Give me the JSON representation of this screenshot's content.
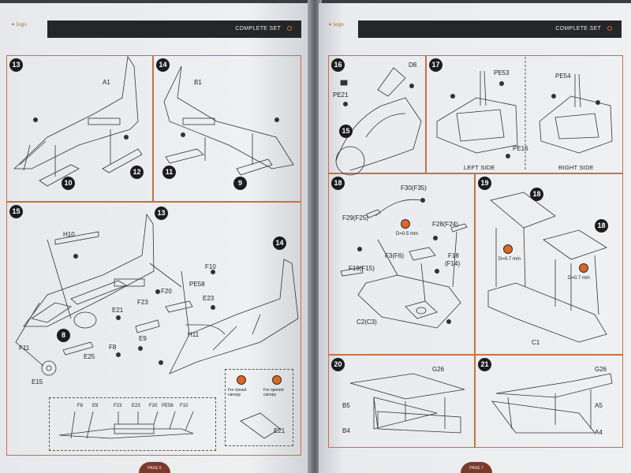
{
  "header": {
    "left_title": "COMPLETE SET",
    "right_title": "COMPLETE SET"
  },
  "left_page": {
    "steps": {
      "s13": "13",
      "s14": "14",
      "s15": "15",
      "s10": "10",
      "s12": "12",
      "s11": "11",
      "s9": "9",
      "s8": "8",
      "s13b": "13",
      "s14b": "14"
    },
    "labels": {
      "a1": "A1",
      "b1": "B1",
      "h10": "H10",
      "f10": "F10",
      "pe58": "PE58",
      "f20": "F20",
      "e23": "E23",
      "e21": "E21",
      "f23": "F23",
      "e9": "E9",
      "f8": "F8",
      "h11": "H11",
      "f11": "F11",
      "e25": "E25",
      "e15": "E15",
      "e21b": "E21"
    },
    "strip_labels": [
      "F8",
      "E9",
      "F23",
      "E23",
      "F20",
      "PE58",
      "F10"
    ],
    "canopy": {
      "closed": "For closed canopy",
      "opened": "For opened canopy"
    },
    "page_no": "PAGE 6"
  },
  "right_page": {
    "steps": {
      "s16": "16",
      "s17": "17",
      "s15": "15",
      "s18": "18",
      "s19": "19",
      "s18a": "18",
      "s18b": "18",
      "s20": "20",
      "s21": "21"
    },
    "labels": {
      "d8": "D8",
      "pe21": "PE21",
      "pe53": "PE53",
      "pe54": "PE54",
      "pe16": "PE16",
      "f30": "F30(F35)",
      "f29": "F29(F25)",
      "f28": "F28(F24)",
      "f3": "F3(F6)",
      "f18": "F18",
      "f14": "(F14)",
      "f19": "F19(F15)",
      "c2": "C2(C3)",
      "c1": "C1",
      "g26a": "G26",
      "g26b": "G26",
      "b5": "B5",
      "b4": "B4",
      "a5": "A5",
      "a4": "A4",
      "d05": "D=0.5 mm",
      "d07a": "D=0.7 mm",
      "d07b": "D=0.7 mm"
    },
    "captions": {
      "left_side": "LEFT SIDE",
      "right_side": "RIGHT SIDE"
    },
    "page_no": "PAGE 7"
  }
}
